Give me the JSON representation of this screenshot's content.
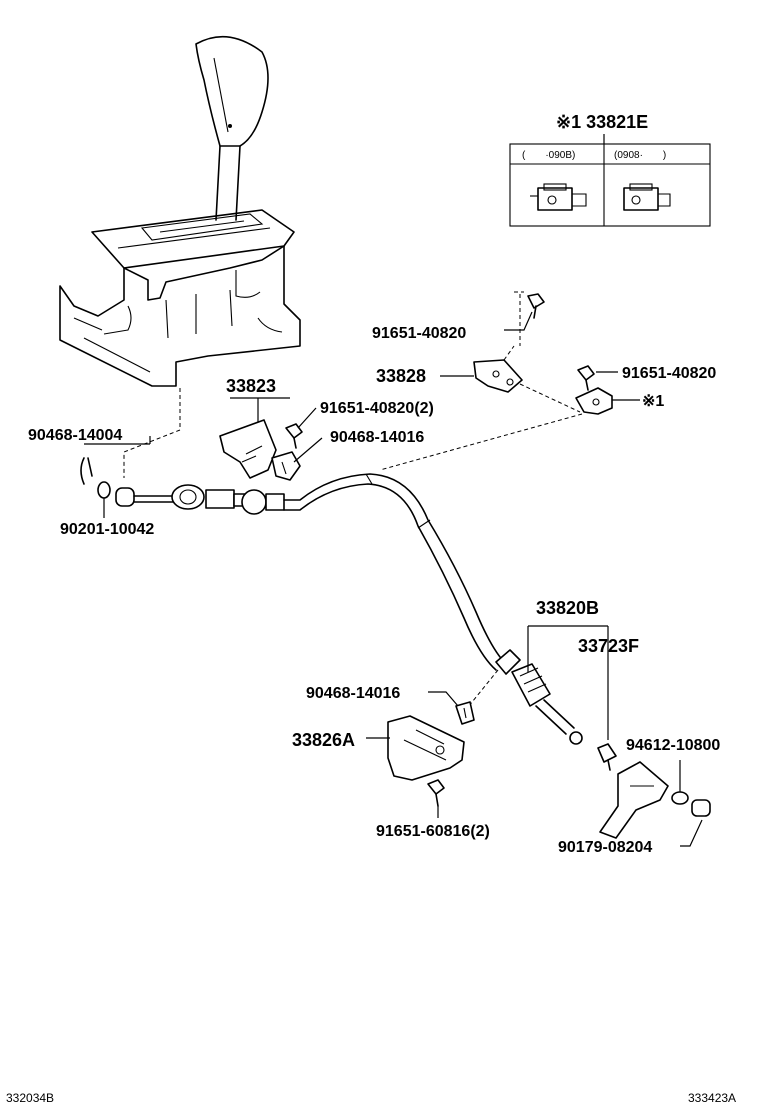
{
  "inset": {
    "title": "※1 33821E",
    "col_left": "(　　·090B)",
    "col_right": "(0908·　　)"
  },
  "labels": {
    "p1": "91651-40820",
    "p2": "33828",
    "p3": "91651-40820",
    "p3_note": "※1",
    "p4": "33823",
    "p5": "91651-40820(2)",
    "p6": "90468-14004",
    "p7": "90468-14016",
    "p8": "90201-10042",
    "p9": "33820B",
    "p10": "33723F",
    "p11": "90468-14016",
    "p12": "33826A",
    "p13": "94612-10800",
    "p14": "91651-60816(2)",
    "p15": "90179-08204"
  },
  "footer": {
    "left_code": "332034B",
    "right_code": "333423A"
  }
}
